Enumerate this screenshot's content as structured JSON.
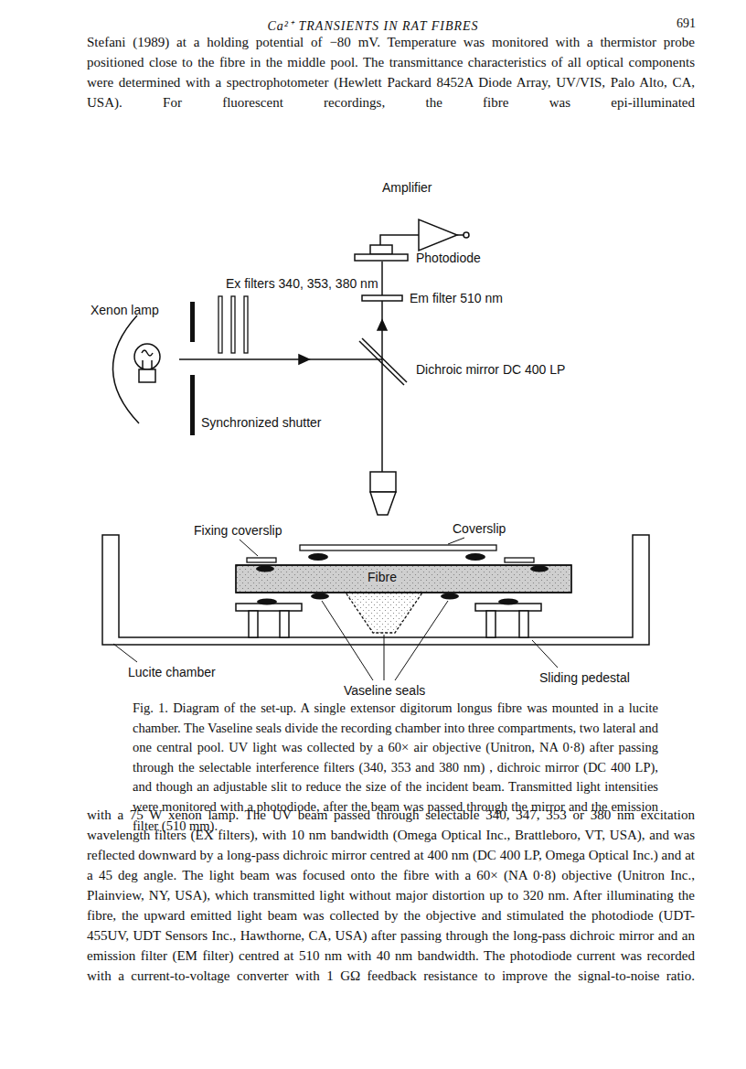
{
  "diagram": {
    "title": "Ca²⁺ TRANSIENTS IN RAT FIBRES",
    "caption": "Fig. 1. Diagram of the set-up. A single extensor digitorum longus fibre was mounted in a lucite chamber. The Vaseline seals divide the recording chamber into three compartments, two lateral and one central pool. UV light was collected by a 60× air objective (Unitron, NA 0·8) after passing through the selectable interference filters (340, 353 and 380 nm) , dichroic mirror (DC 400 LP), and though an adjustable slit to reduce the size of the incident beam. Transmitted light intensities were monitored with a photodiode, after the beam was passed through the mirror and the emission filter (510 mm).",
    "nodes": [
      {
        "text": [
          "Fibre"
        ]
      }
    ],
    "labels": [
      "691",
      "Stefani (1989) at a holding potential of −80 mV. Temperature was monitored with a thermistor probe positioned close to the fibre in the middle pool. The transmittance characteristics of all optical components were determined with a spectrophotometer (Hewlett Packard 8452A Diode Array, UV/VIS, Palo Alto, CA, USA). For fluorescent recordings, the fibre was epi-illuminated",
      "Amplifier",
      "Photodiode",
      "Ex filters 340, 353, 380 nm",
      "Em filter 510 nm",
      "Xenon lamp",
      "Dichroic mirror DC 400 LP",
      "Synchronized shutter",
      "Fixing coverslip",
      "Coverslip",
      "Lucite chamber",
      "Sliding pedestal",
      "Vaseline seals",
      "with a 75 W xenon lamp. The UV beam passed through selectable 340, 347, 353 or 380 nm excitation wavelength filters (EX filters), with 10 nm bandwidth (Omega Optical Inc., Brattleboro, VT, USA), and was reflected downward by a long-pass dichroic mirror centred at 400 nm (DC 400 LP, Omega Optical Inc.) and at a 45 deg angle. The light beam was focused onto the fibre with a 60× (NA 0·8) objective (Unitron Inc., Plainview, NY, USA), which transmitted light without major distortion up to 320 nm. After illuminating the fibre, the upward emitted light beam was collected by the objective and stimulated the photodiode (UDT-455UV, UDT Sensors Inc., Hawthorne, CA, USA) after passing through the long-pass dichroic mirror and an emission filter (EM filter) centred at 510 nm with 40 nm bandwidth. The photodiode current was recorded with a current-to-voltage converter with 1 GΩ feedback resistance to improve the signal-to-noise ratio."
    ]
  }
}
